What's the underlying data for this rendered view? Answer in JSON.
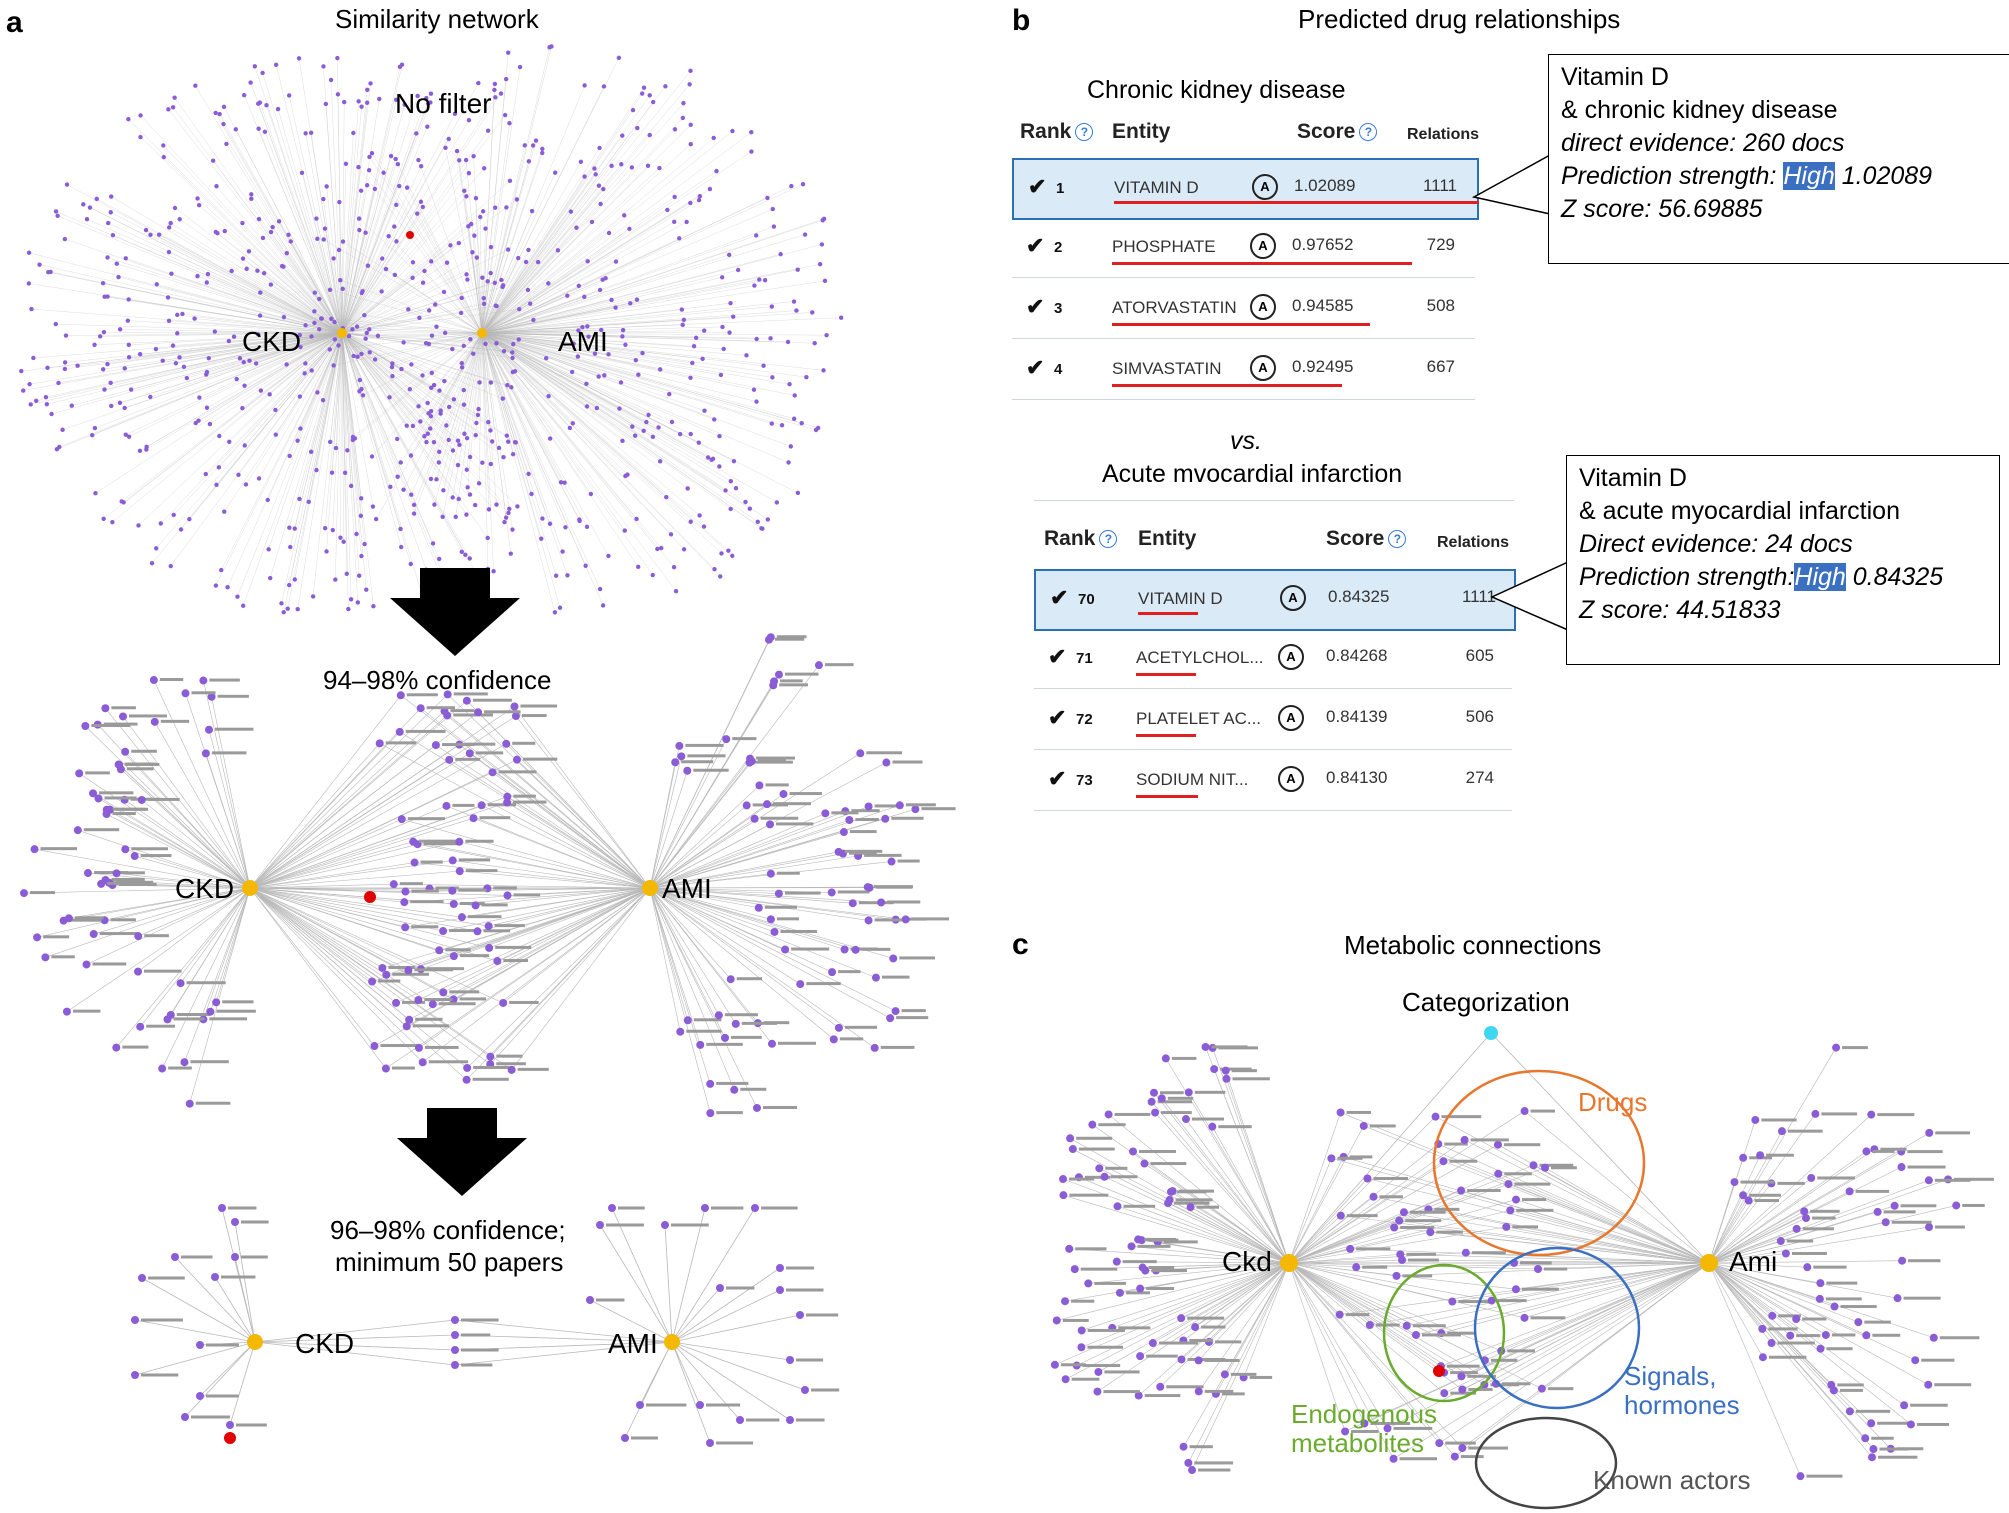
{
  "panel_a": {
    "letter": "a",
    "title": "Similarity network",
    "no_filter": "No filter",
    "ckd": "CKD",
    "ami": "AMI",
    "conf1": "94–98% confidence",
    "conf2_line1": "96–98% confidence;",
    "conf2_line2": "minimum 50 papers"
  },
  "panel_b": {
    "letter": "b",
    "title": "Predicted drug relationships",
    "vs": "vs.",
    "table1": {
      "title": "Chronic kidney disease",
      "headers": {
        "rank": "Rank",
        "entity": "Entity",
        "score": "Score",
        "relations": "Relations"
      },
      "rows": [
        {
          "rank": "1",
          "entity": "VITAMIN D",
          "score": "1.02089",
          "relations": "1111"
        },
        {
          "rank": "2",
          "entity": "PHOSPHATE",
          "score": "0.97652",
          "relations": "729"
        },
        {
          "rank": "3",
          "entity": "ATORVASTATIN",
          "score": "0.94585",
          "relations": "508"
        },
        {
          "rank": "4",
          "entity": "SIMVASTATIN",
          "score": "0.92495",
          "relations": "667"
        }
      ]
    },
    "table2": {
      "title": "Acute mvocardial infarction",
      "headers": {
        "rank": "Rank",
        "entity": "Entity",
        "score": "Score",
        "relations": "Relations"
      },
      "rows": [
        {
          "rank": "70",
          "entity": "VITAMIN D",
          "score": "0.84325",
          "relations": "1111"
        },
        {
          "rank": "71",
          "entity": "ACETYLCHOL...",
          "score": "0.84268",
          "relations": "605"
        },
        {
          "rank": "72",
          "entity": "PLATELET AC...",
          "score": "0.84139",
          "relations": "506"
        },
        {
          "rank": "73",
          "entity": "SODIUM NIT...",
          "score": "0.84130",
          "relations": "274"
        }
      ]
    },
    "badge_letter": "A",
    "check_mark": "✔",
    "help_mark": "?",
    "callout1": {
      "line1": "Vitamin D",
      "line2": "& chronic kidney disease",
      "line3": "direct evidence: 260 docs",
      "line4_prefix": "Prediction strength: ",
      "line4_high": "High",
      "line4_value": " 1.02089",
      "line5": "Z  score: 56.69885"
    },
    "callout2": {
      "line1": "Vitamin D",
      "line2": "& acute myocardial infarction",
      "line3": "Direct evidence: 24 docs",
      "line4_prefix": "Prediction strength:",
      "line4_high": "High",
      "line4_value": " 0.84325",
      "line5": "Z  score: 44.51833"
    }
  },
  "panel_c": {
    "letter": "c",
    "title": "Metabolic connections",
    "subtitle": "Categorization",
    "ckd": "Ckd",
    "ami": "Ami",
    "drugs": "Drugs",
    "endogenous": "Endogenous\nmetabolites",
    "signals": "Signals,\nhormones",
    "known": "Known actors"
  },
  "colors": {
    "node": "#8a5cd6",
    "hub": "#f5b800",
    "highlight_node": "#e00000",
    "cyan_node": "#3fd6f0",
    "edge": "#b8b8b8",
    "drugs": "#e8772e",
    "endogenous": "#6aab2e",
    "signals": "#3a6fc2",
    "known": "#444444",
    "underline": "#e02020"
  }
}
